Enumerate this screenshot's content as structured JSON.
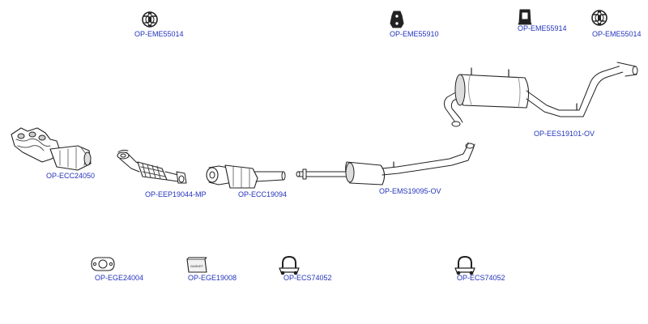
{
  "link_color": "#2233bb",
  "line_color": "#222222",
  "shade_color": "#cfcfcf",
  "parts": [
    {
      "id": "p1",
      "code": "OP-EME55014",
      "icon": "rubber-hanger-round-icon"
    },
    {
      "id": "p2",
      "code": "OP-EME55910",
      "icon": "rubber-hanger-oval-icon"
    },
    {
      "id": "p3",
      "code": "OP-EME55914",
      "icon": "rubber-hanger-block-icon"
    },
    {
      "id": "p4",
      "code": "OP-EME55014",
      "icon": "rubber-hanger-round-icon"
    },
    {
      "id": "p5",
      "code": "OP-EES19101-OV",
      "icon": "rear-silencer-icon"
    },
    {
      "id": "p6",
      "code": "OP-ECC24050",
      "icon": "manifold-catalyst-icon"
    },
    {
      "id": "p7",
      "code": "OP-EEP19044-MP",
      "icon": "front-pipe-icon"
    },
    {
      "id": "p8",
      "code": "OP-ECC19094",
      "icon": "catalytic-converter-icon"
    },
    {
      "id": "p9",
      "code": "OP-EMS19095-OV",
      "icon": "middle-silencer-icon"
    },
    {
      "id": "p10",
      "code": "OP-EGE24004",
      "icon": "flange-gasket-icon"
    },
    {
      "id": "p11",
      "code": "OP-EGE19008",
      "icon": "gasket-sheet-icon",
      "icon_text": "GASKET"
    },
    {
      "id": "p12",
      "code": "OP-ECS74052",
      "icon": "exhaust-clamp-icon"
    },
    {
      "id": "p13",
      "code": "OP-ECS74052",
      "icon": "exhaust-clamp-icon"
    }
  ]
}
